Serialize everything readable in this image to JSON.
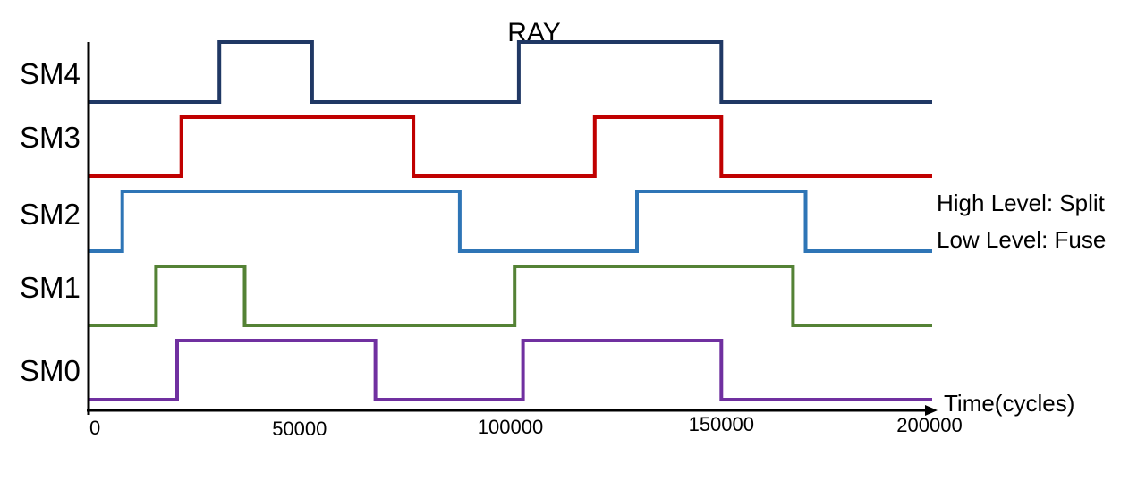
{
  "chart_data": {
    "type": "line",
    "step": true,
    "title": "RAY",
    "xlabel": "Time(cycles)",
    "ylabel": "",
    "xlim": [
      0,
      200000
    ],
    "xticks": [
      0,
      50000,
      100000,
      150000,
      200000
    ],
    "xtick_labels": [
      "0",
      "50000",
      "100000",
      "150000",
      "200000"
    ],
    "grid": false,
    "legend": {
      "placement": "right",
      "entries": [
        "High Level: Split",
        "Low Level: Fuse"
      ]
    },
    "series": [
      {
        "name": "SM4",
        "color": "#203864",
        "transitions": [
          31000,
          53000,
          102000,
          150000
        ],
        "initial_level": 0
      },
      {
        "name": "SM3",
        "color": "#c00000",
        "transitions": [
          22000,
          77000,
          120000,
          150000
        ],
        "initial_level": 0
      },
      {
        "name": "SM2",
        "color": "#2e75b6",
        "transitions": [
          8000,
          88000,
          130000,
          170000
        ],
        "initial_level": 0
      },
      {
        "name": "SM1",
        "color": "#548235",
        "transitions": [
          16000,
          37000,
          101000,
          167000
        ],
        "initial_level": 0
      },
      {
        "name": "SM0",
        "color": "#7030a0",
        "transitions": [
          21000,
          68000,
          103000,
          150000
        ],
        "initial_level": 0
      }
    ]
  }
}
